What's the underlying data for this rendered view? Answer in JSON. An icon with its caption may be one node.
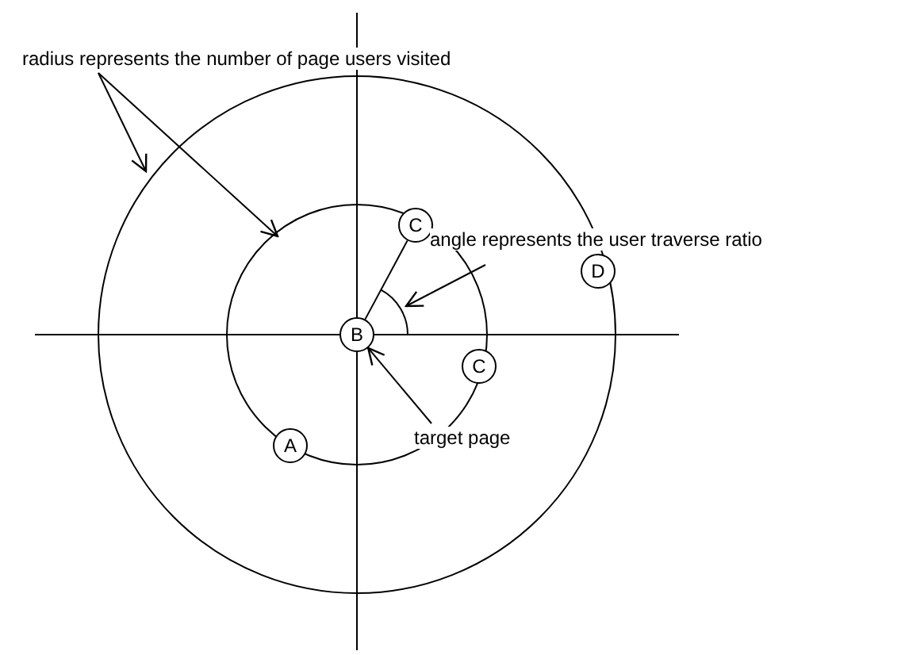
{
  "diagram": {
    "nodes": [
      {
        "text": [
          "radius represents the number of page users visited"
        ]
      },
      {
        "text": [
          "C"
        ]
      },
      {
        "text": [
          "angle represents the user traverse ratio"
        ]
      },
      {
        "text": [],
        "shape": "arc"
      },
      {
        "text": [
          "D"
        ]
      },
      {
        "text": [
          "B"
        ]
      },
      {
        "text": [
          "C"
        ]
      },
      {
        "text": [
          "target page"
        ]
      },
      {
        "text": [
          "A"
        ]
      }
    ],
    "edges": [
      {
        "from": 0,
        "to": null,
        "arrow": "to"
      },
      {
        "from": 0,
        "to": null,
        "arrow": "to"
      },
      {
        "from": 5,
        "to": 1,
        "arrow": "none"
      },
      {
        "from": 2,
        "to": 3,
        "arrow": "to"
      },
      {
        "from": 7,
        "to": 5,
        "arrow": "to"
      }
    ]
  }
}
